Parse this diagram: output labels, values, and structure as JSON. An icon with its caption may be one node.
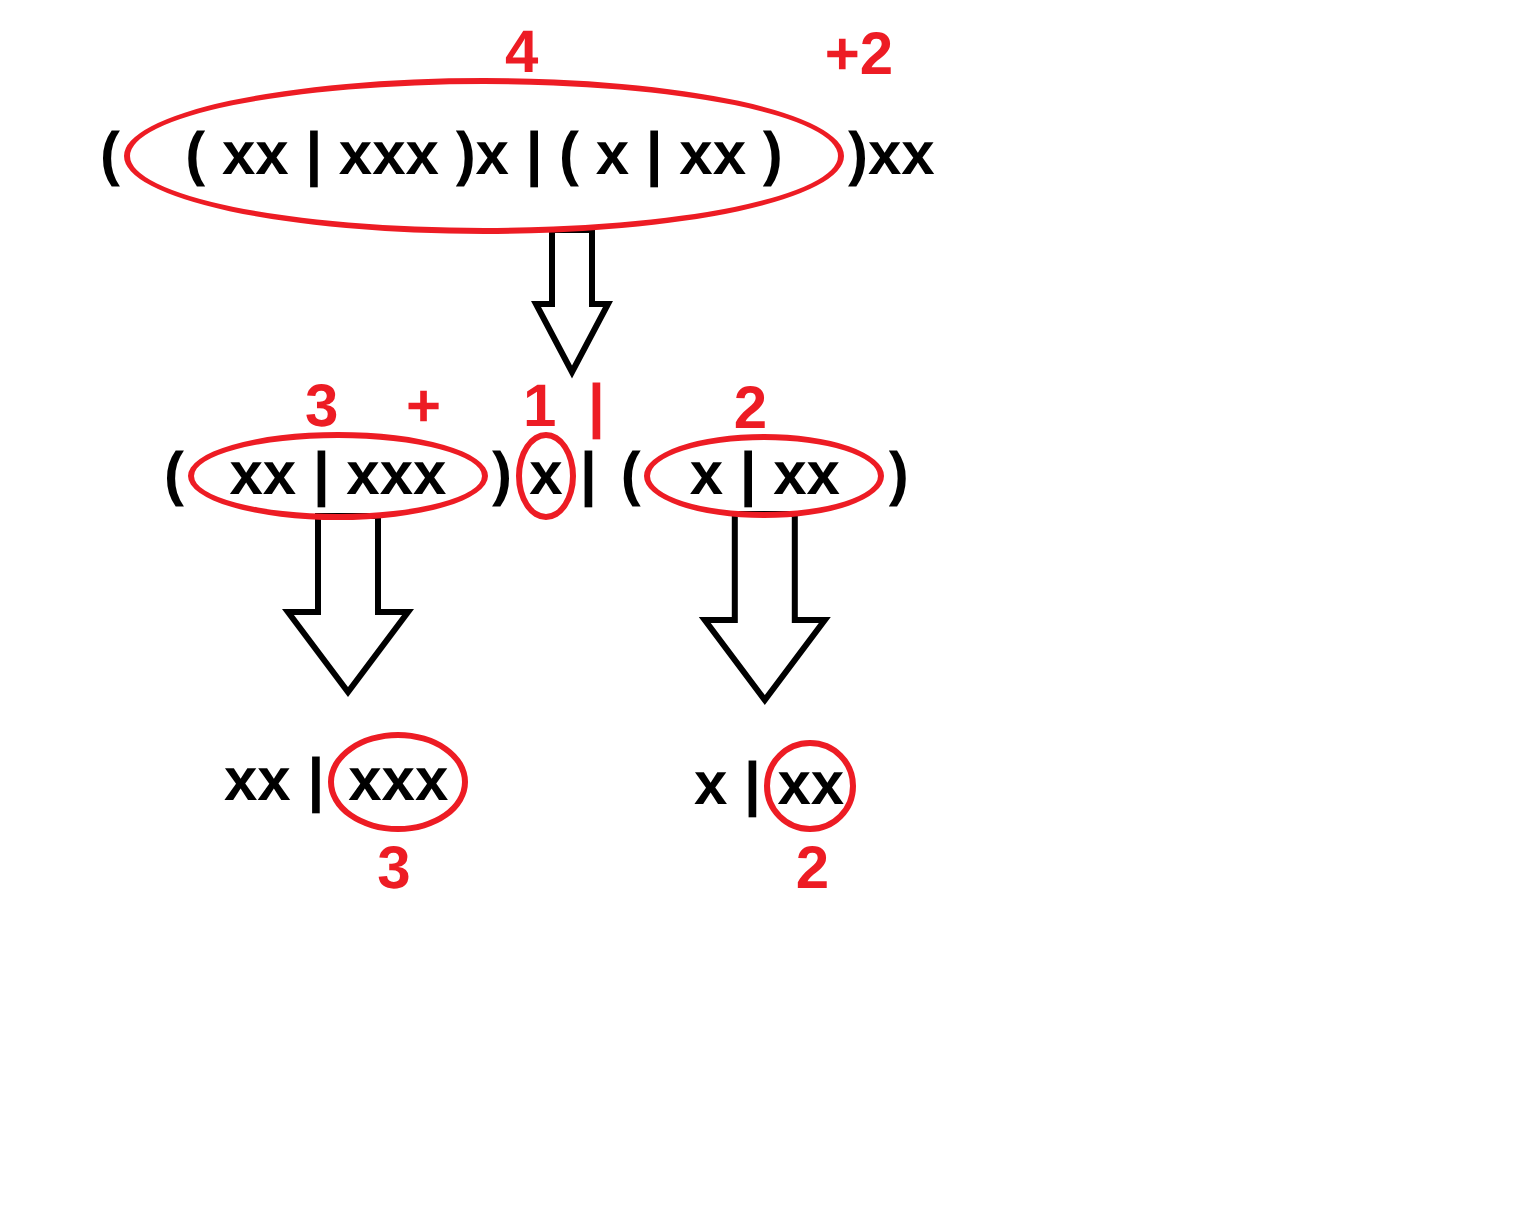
{
  "diagram": {
    "nodes": [
      {
        "text": [
          "(",
          ")xx"
        ]
      },
      {
        "text": [
          "( xx | xxx )x | ( x | xx )"
        ],
        "in": 0,
        "beside": [
          "4"
        ]
      },
      {
        "text": [
          "(",
          ")",
          "|",
          "(",
          ")"
        ]
      },
      {
        "text": [
          "xx | xxx"
        ],
        "in": 2,
        "beside": [
          "3"
        ]
      },
      {
        "text": [
          "x"
        ],
        "in": 2,
        "beside": [
          "1"
        ]
      },
      {
        "text": [
          "x | xx"
        ],
        "in": 2,
        "beside": [
          "2"
        ]
      },
      {
        "text": [
          "xx |"
        ]
      },
      {
        "text": [
          "xxx"
        ],
        "in": 6,
        "beside": [
          "3"
        ]
      },
      {
        "text": [
          "x |"
        ]
      },
      {
        "text": [
          "xx"
        ],
        "in": 8,
        "beside": [
          "2"
        ]
      }
    ],
    "edges": [
      {
        "from": 1,
        "to": 2,
        "arrow": "to"
      },
      {
        "from": 3,
        "to": 6,
        "arrow": "to"
      },
      {
        "from": 5,
        "to": 8,
        "arrow": "to"
      }
    ],
    "labels": [
      "+2",
      "+",
      "|"
    ]
  }
}
